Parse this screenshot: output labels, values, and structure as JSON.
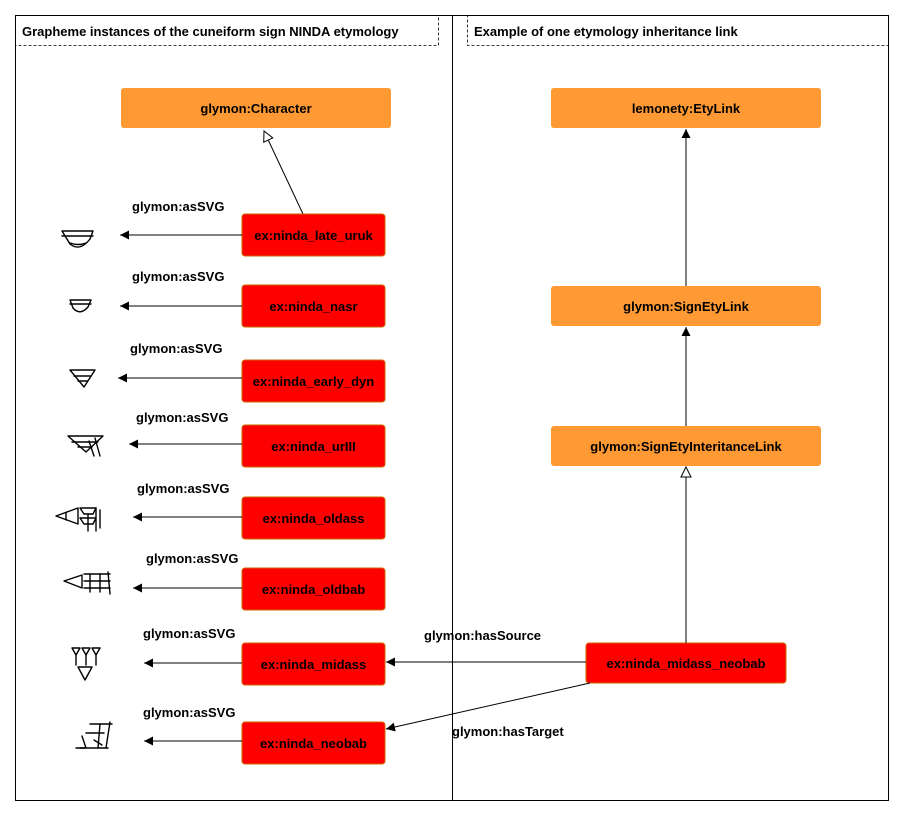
{
  "left_panel": {
    "title": "Grapheme instances of the cuneiform sign NINDA etymology",
    "class_node": "glymon:Character",
    "instances": [
      {
        "label": "ex:ninda_late_uruk",
        "edge_label": "glymon:asSVG",
        "glyph": "ninda-late-uruk-glyph"
      },
      {
        "label": "ex:ninda_nasr",
        "edge_label": "glymon:asSVG",
        "glyph": "ninda-nasr-glyph"
      },
      {
        "label": "ex:ninda_early_dyn",
        "edge_label": "glymon:asSVG",
        "glyph": "ninda-early-dyn-glyph"
      },
      {
        "label": "ex:ninda_urIII",
        "edge_label": "glymon:asSVG",
        "glyph": "ninda-uriii-glyph"
      },
      {
        "label": "ex:ninda_oldass",
        "edge_label": "glymon:asSVG",
        "glyph": "ninda-oldass-glyph"
      },
      {
        "label": "ex:ninda_oldbab",
        "edge_label": "glymon:asSVG",
        "glyph": "ninda-oldbab-glyph"
      },
      {
        "label": "ex:ninda_midass",
        "edge_label": "glymon:asSVG",
        "glyph": "ninda-midass-glyph"
      },
      {
        "label": "ex:ninda_neobab",
        "edge_label": "glymon:asSVG",
        "glyph": "ninda-neobab-glyph"
      }
    ]
  },
  "right_panel": {
    "title": "Example of one etymology inheritance link",
    "nodes": {
      "etylink": "lemonety:EtyLink",
      "signetylink": "glymon:SignEtyLink",
      "signetyinheritancelink": "glymon:SignEtyInteritanceLink",
      "instance": "ex:ninda_midass_neobab"
    },
    "edges": {
      "has_source": "glymon:hasSource",
      "has_target": "glymon:hasTarget"
    }
  },
  "colors": {
    "class_box": "#FF9933",
    "instance_box": "#FF0000",
    "line": "#000000"
  }
}
